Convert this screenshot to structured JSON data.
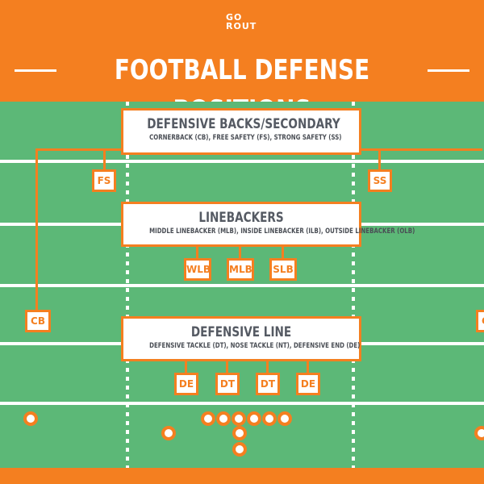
{
  "brand": {
    "logo_top": "GO",
    "logo_bottom": "ROUT"
  },
  "title": "FOOTBALL DEFENSE POSITIONS",
  "colors": {
    "accent": "#f47f20",
    "field": "#5cb877",
    "text": "#555a63",
    "white": "#ffffff"
  },
  "groups": {
    "secondary": {
      "title": "DEFENSIVE BACKS/SECONDARY",
      "subtitle": "CORNERBACK (CB), FREE SAFETY (FS), STRONG SAFETY (SS)"
    },
    "linebackers": {
      "title": "LINEBACKERS",
      "subtitle": "MIDDLE LINEBACKER (MLB), INSIDE LINEBACKER (ILB), OUTSIDE LINEBACKER (OLB)"
    },
    "line": {
      "title": "DEFENSIVE LINE",
      "subtitle": "DEFENSIVE TACKLE (DT), NOSE TACKLE (NT), DEFENSIVE END (DE)"
    }
  },
  "positions": {
    "fs": "FS",
    "ss": "SS",
    "cb_left": "CB",
    "cb_right": "CB",
    "wlb": "WLB",
    "mlb": "MLB",
    "slb": "SLB",
    "de_left": "DE",
    "dt_left": "DT",
    "dt_right": "DT",
    "de_right": "DE"
  }
}
